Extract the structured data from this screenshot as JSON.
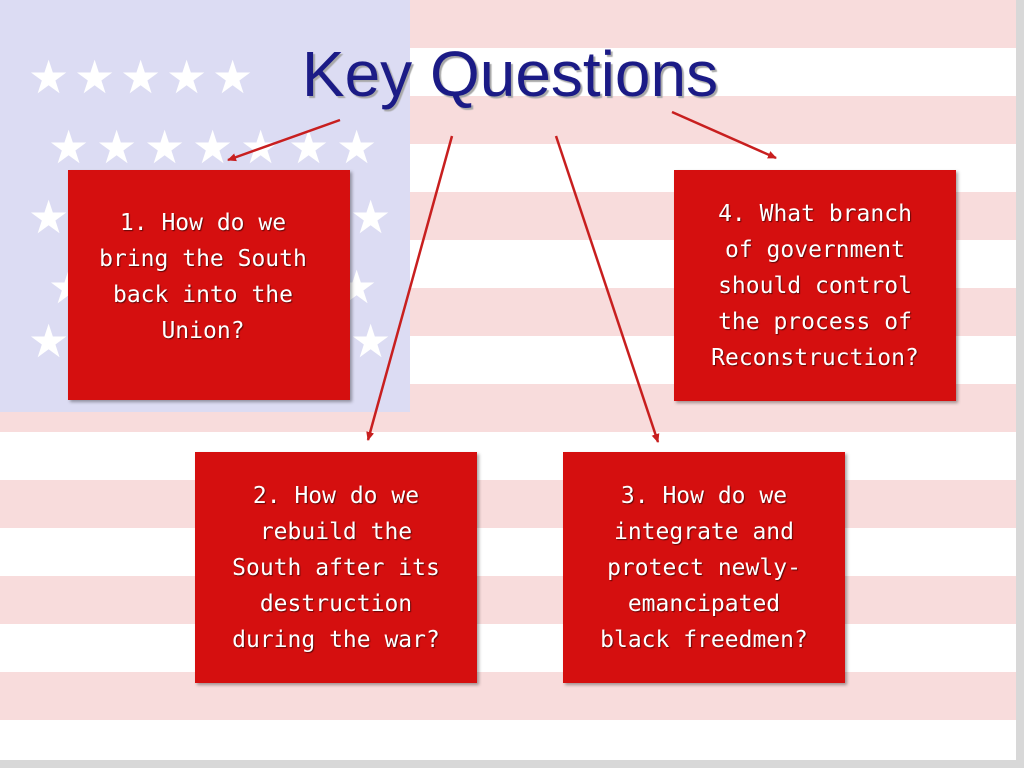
{
  "slide": {
    "title": "Key Questions",
    "questions": [
      {
        "id": "q1",
        "text": "1. How do we bring the South back into the Union?",
        "lines": [
          "1. How do we",
          "bring the South",
          "back into the",
          "Union?"
        ]
      },
      {
        "id": "q2",
        "text": "2. How do we rebuild the South after its destruction during the war?",
        "lines": [
          "2. How do we",
          "rebuild the",
          "South after its",
          "destruction",
          "during the war?"
        ]
      },
      {
        "id": "q3",
        "text": "3. How do we integrate and protect newly-emancipated black freedmen?",
        "lines": [
          "3. How do we",
          "integrate and",
          "protect newly-",
          "emancipated",
          "black freedmen?"
        ]
      },
      {
        "id": "q4",
        "text": "4. What branch of government should control the process of Reconstruction?",
        "lines": [
          "4. What branch",
          "of government",
          "should control",
          "the process of",
          "Reconstruction?"
        ]
      }
    ]
  },
  "colors": {
    "title": "#1b1b86",
    "box": "#d50f0f",
    "arrow": "#c81f1f",
    "stripe": "#f8dcdc",
    "canton": "#dcdcf3"
  },
  "icons": {
    "background": "american-flag-background",
    "star": "star-icon",
    "arrow": "arrow-icon"
  }
}
